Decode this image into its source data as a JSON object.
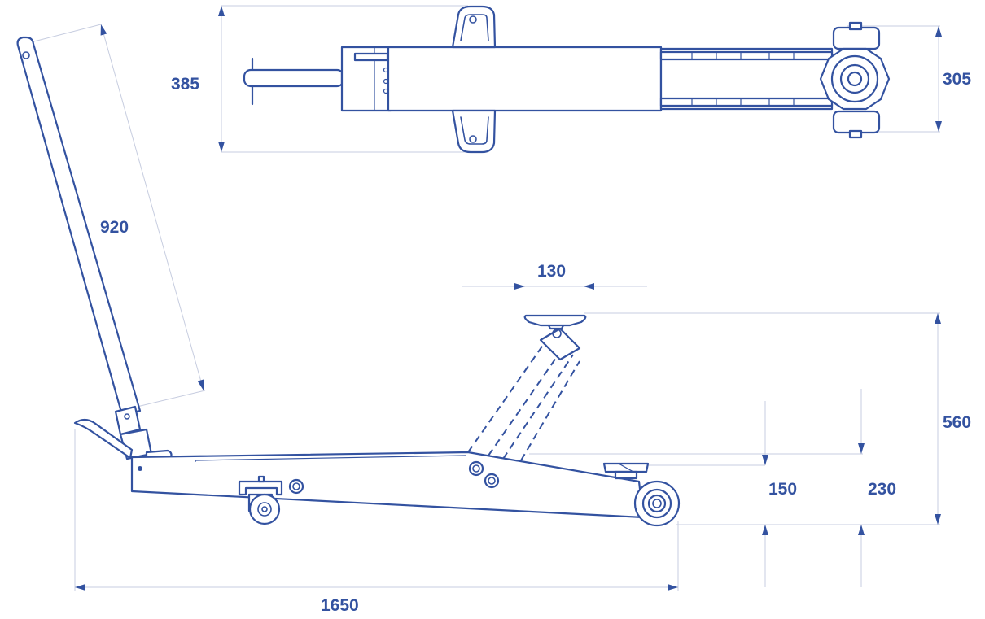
{
  "dimensions": {
    "top_width": "385",
    "top_wheel_track": "305",
    "handle_length": "920",
    "saddle_width": "130",
    "max_height": "560",
    "min_height_left": "150",
    "min_height_right": "230",
    "overall_length": "1650"
  },
  "colors": {
    "line": "#3352a0",
    "dimension_line": "#c7cde0",
    "background": "#ffffff"
  }
}
